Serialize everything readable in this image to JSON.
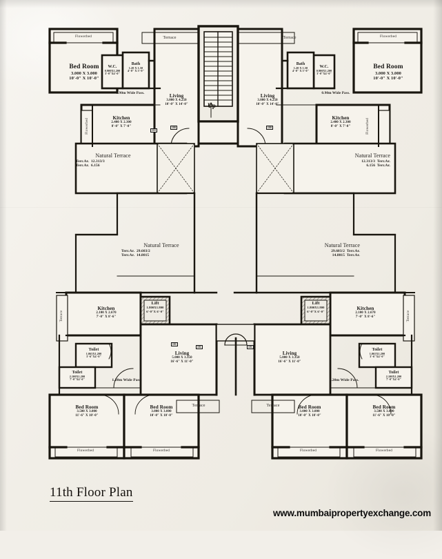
{
  "document": {
    "title": "11th Floor Plan",
    "website": "www.mumbaipropertyexchange.com"
  },
  "plan": {
    "units": [
      {
        "id": "top-left",
        "rooms": [
          {
            "name": "Bed Room",
            "dim_m": "3.000 X 3.000",
            "dim_ft": "10'-0\" X 10'-0\""
          },
          {
            "name": "W.C.",
            "dim_m": "0.900X1.200",
            "dim_ft": "3'-0\"X4'-0\""
          },
          {
            "name": "Bath",
            "dim_m": "1.20 X 1.50",
            "dim_ft": "4'-0\" X 5'-0\""
          },
          {
            "name": "Living",
            "dim_m": "3.000 X 4.250",
            "dim_ft": "10'-0\" X 14'-0\""
          },
          {
            "name": "Kitchen",
            "dim_m": "2.400 X 2.300",
            "dim_ft": "8'-0\" X 7'-0\""
          }
        ],
        "passage": "0.90m Wide Pass.",
        "flowerbed": "Flowerbed",
        "terrace": "Terrace"
      },
      {
        "id": "top-right",
        "rooms": [
          {
            "name": "Bed Room",
            "dim_m": "3.000 X 3.000",
            "dim_ft": "10'-0\" X 10'-0\""
          },
          {
            "name": "W.C.",
            "dim_m": "0.900X1.200",
            "dim_ft": "3'-0\"X4'-0\""
          },
          {
            "name": "Bath",
            "dim_m": "1.20 X 1.50",
            "dim_ft": "4'-0\" X 5'-0\""
          },
          {
            "name": "Living",
            "dim_m": "3.000 X 4.250",
            "dim_ft": "10'-0\" X 14'-0\""
          },
          {
            "name": "Kitchen",
            "dim_m": "2.400 X 2.300",
            "dim_ft": "8'-0\" X 7'-0\""
          }
        ],
        "passage": "0.90m Wide Pass.",
        "flowerbed": "Flowerbed",
        "terrace": "Terrace"
      },
      {
        "id": "bottom-left",
        "rooms": [
          {
            "name": "Kitchen",
            "dim_m": "2.100 X 2.670",
            "dim_ft": "7'-0\" X 8'-6\""
          },
          {
            "name": "Lift",
            "dim_m": "1.800X1.800",
            "dim_ft": "6'-0\"X 6'-0\""
          },
          {
            "name": "Toilet",
            "dim_m": "1.065X1.200",
            "dim_ft": "3'-6\"X4'-0\""
          },
          {
            "name": "Toilet",
            "dim_m": "2.100X1.200",
            "dim_ft": "7'-0\"X4'-0\""
          },
          {
            "name": "Living",
            "dim_m": "5.000 X 3.350",
            "dim_ft": "16'-6\" X 11'-0\""
          },
          {
            "name": "Bed Room",
            "dim_m": "3.500 X 3.000",
            "dim_ft": "11'-6\" X 10'-0\""
          },
          {
            "name": "Bed Room",
            "dim_m": "3.000 X 3.000",
            "dim_ft": "10'-0\" X 10'-0\""
          }
        ],
        "passage": "1.20m Wide Pass.",
        "flowerbed": "Flowerbed",
        "terrace": "Terrace"
      },
      {
        "id": "bottom-right",
        "rooms": [
          {
            "name": "Kitchen",
            "dim_m": "2.100 X 2.670",
            "dim_ft": "7'-0\" X 8'-6\""
          },
          {
            "name": "Lift",
            "dim_m": "1.800X1.800",
            "dim_ft": "6'-0\"X 6'-0\""
          },
          {
            "name": "Toilet",
            "dim_m": "1.065X1.200",
            "dim_ft": "3'-6\"X4'-0\""
          },
          {
            "name": "Toilet",
            "dim_m": "2.100X1.200",
            "dim_ft": "7'-0\"X4'-0\""
          },
          {
            "name": "Living",
            "dim_m": "5.000 X 3.350",
            "dim_ft": "16'-6\" X 11'-0\""
          },
          {
            "name": "Bed Room",
            "dim_m": "3.000 X 3.000",
            "dim_ft": "10'-0\" X 10'-0\""
          },
          {
            "name": "Bed Room",
            "dim_m": "3.500 X 3.000",
            "dim_ft": "11'-6\" X 10'-0\""
          }
        ],
        "passage": "1.20m Wide Pass.",
        "flowerbed": "Flowerbed",
        "terrace": "Terrace"
      }
    ],
    "terraces": [
      {
        "id": "nt-upper-left",
        "name": "Natural Terrace",
        "line1_label": "Terr.Ar.",
        "line1_value": "12.313/3",
        "line2_label": "Terr.Ar.",
        "line2_value": "6.156"
      },
      {
        "id": "nt-upper-right",
        "name": "Natural Terrace",
        "line1_label": "Terr.Ar.",
        "line1_value": "12.313/3",
        "line2_label": "Terr.Ar.",
        "line2_value": "6.156"
      },
      {
        "id": "nt-mid-left",
        "name": "Natural Terrace",
        "line1_label": "Terr.Ar.",
        "line1_value": "29.603/2",
        "line2_label": "Terr.Ar.",
        "line2_value": "14.8015"
      },
      {
        "id": "nt-mid-right",
        "name": "Natural Terrace",
        "line1_label": "Terr.Ar.",
        "line1_value": "29.603/2",
        "line2_label": "Terr.Ar.",
        "line2_value": "14.8015"
      }
    ],
    "core": {
      "stair_label": "Up"
    },
    "labels": {
      "terrace": "Terrace",
      "flowerbed": "Flowerbed",
      "pass_090": "0.90m Wide Pass.",
      "pass_120": "1.20m Wide Pass."
    }
  }
}
